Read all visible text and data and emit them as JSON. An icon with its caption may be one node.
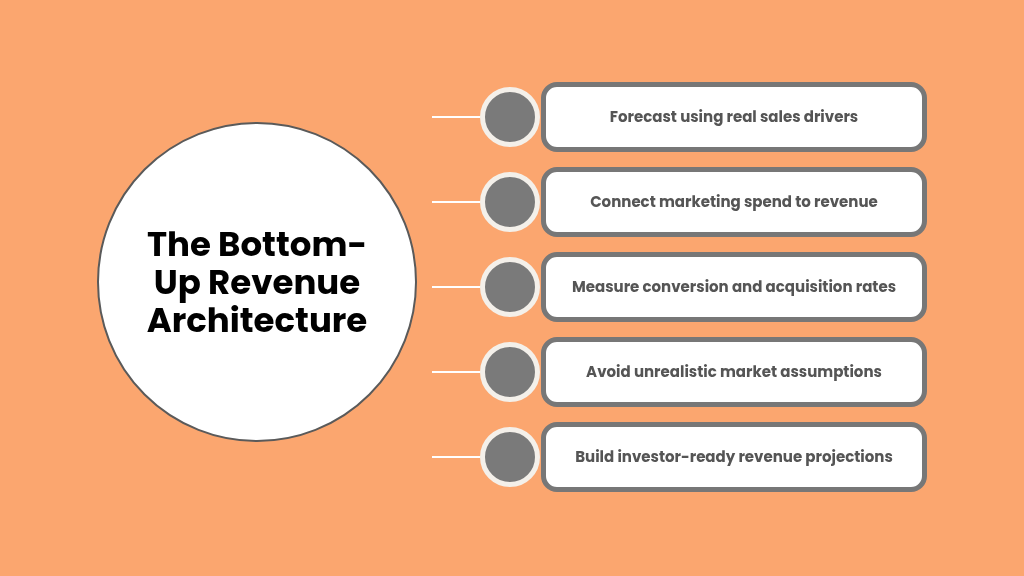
{
  "diagram": {
    "nodes": [
      {
        "text": [
          "The Bottom-Up Revenue Architecture"
        ]
      },
      {
        "text": [],
        "shape": "circle"
      },
      {
        "text": [
          "Forecast using real sales drivers"
        ]
      },
      {
        "text": [],
        "shape": "circle"
      },
      {
        "text": [
          "Connect marketing spend to revenue"
        ]
      },
      {
        "text": [],
        "shape": "circle"
      },
      {
        "text": [
          "Measure conversion and acquisition rates"
        ]
      },
      {
        "text": [],
        "shape": "circle"
      },
      {
        "text": [
          "Avoid unrealistic market assumptions"
        ]
      },
      {
        "text": [],
        "shape": "circle"
      },
      {
        "text": [
          "Build investor-ready revenue projections"
        ]
      }
    ],
    "edges": [
      {
        "from": null,
        "to": 1,
        "arrow": "none"
      },
      {
        "from": null,
        "to": 3,
        "arrow": "none"
      },
      {
        "from": null,
        "to": 5,
        "arrow": "none"
      },
      {
        "from": null,
        "to": 7,
        "arrow": "none"
      },
      {
        "from": null,
        "to": 9,
        "arrow": "none"
      }
    ]
  }
}
